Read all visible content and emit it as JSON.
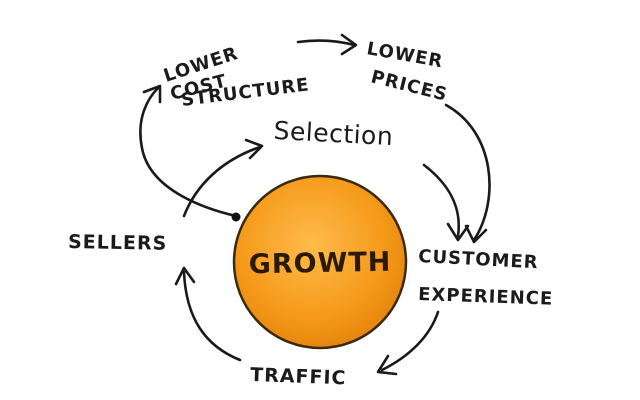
{
  "diagram": {
    "center": "GROWTH",
    "nodes": {
      "selection": "Selection",
      "customer_line1": "CUSTOMER",
      "customer_line2": "EXPERIENCE",
      "traffic": "TRAFFIC",
      "sellers": "SELLERS",
      "lower_cost_line1": "LOWER",
      "lower_cost_line2": "COST",
      "lower_cost_line3": "STRUCTURE",
      "lower_prices_line1": "LOWER",
      "lower_prices_line2": "PRICES"
    },
    "colors": {
      "circle_fill": "#f59a1a",
      "circle_highlight": "#ffb94a",
      "circle_outline": "#3a2a10",
      "ink": "#1a1a1a"
    }
  }
}
